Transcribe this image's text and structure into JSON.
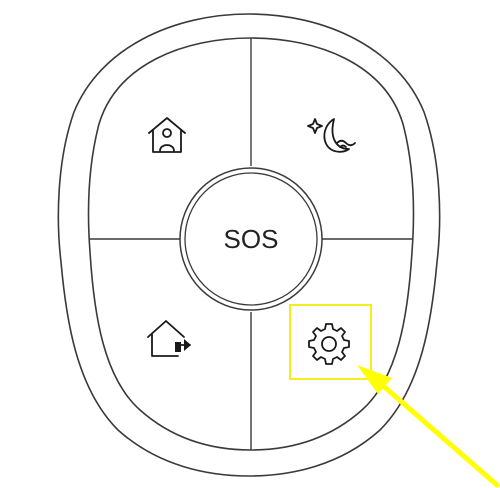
{
  "device": {
    "center_button": {
      "label": "SOS"
    },
    "buttons": [
      {
        "position": "top-left",
        "icon": "home-user-icon"
      },
      {
        "position": "top-right",
        "icon": "moon-stars-icon"
      },
      {
        "position": "bottom-left",
        "icon": "leave-home-icon"
      },
      {
        "position": "bottom-right",
        "icon": "gear-icon",
        "highlighted": true
      }
    ]
  },
  "colors": {
    "outline": "#3a3a3a",
    "icon": "#1a1a1a",
    "highlight": "#f2ef1c",
    "arrow": "#ffff00",
    "background": "#ffffff"
  }
}
